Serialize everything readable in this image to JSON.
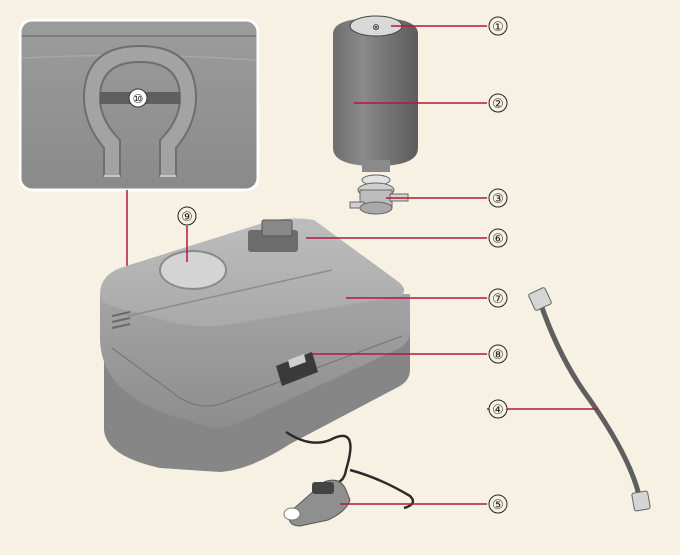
{
  "figure": {
    "background_color": "#f6f1e2",
    "leader_color": "#b3193a",
    "body_color": "#9a9a9a",
    "labels": {
      "sealant_cap_marker": "①",
      "sealant_bottle_marker": "②",
      "filling_hose_adapter_marker": "③",
      "air_hose_marker": "④",
      "power_plug_marker": "⑤",
      "bottle_holder_marker": "⑥",
      "compressor_marker": "⑦",
      "on_off_switch_marker": "⑧",
      "pressure_gauge_marker": "⑨",
      "inset_detail_marker": "⑩"
    }
  }
}
